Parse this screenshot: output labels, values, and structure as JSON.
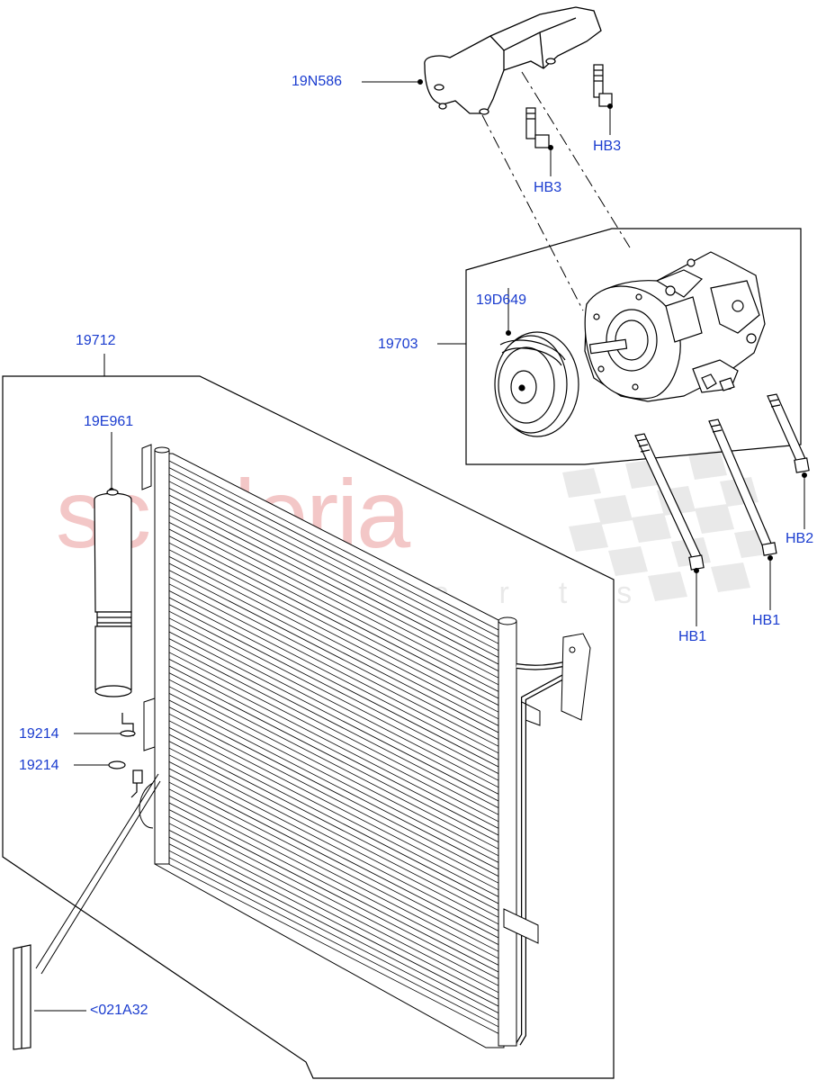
{
  "watermark": {
    "brand": "scuderia",
    "sub": "car parts"
  },
  "callouts": [
    {
      "id": "19N586",
      "label": "19N586"
    },
    {
      "id": "HB3_right",
      "label": "HB3"
    },
    {
      "id": "HB3_left",
      "label": "HB3"
    },
    {
      "id": "19D649",
      "label": "19D649"
    },
    {
      "id": "19703",
      "label": "19703"
    },
    {
      "id": "19712",
      "label": "19712"
    },
    {
      "id": "19E961",
      "label": "19E961"
    },
    {
      "id": "HB2",
      "label": "HB2"
    },
    {
      "id": "HB1_left",
      "label": "HB1"
    },
    {
      "id": "HB1_right",
      "label": "HB1"
    },
    {
      "id": "19214_upper",
      "label": "19214"
    },
    {
      "id": "19214_lower",
      "label": "19214"
    },
    {
      "id": "021A32",
      "label": "<021A32"
    }
  ],
  "colors": {
    "callout_text": "#1a3ccf",
    "line": "#000000",
    "watermark_red": "#f3c7c7",
    "watermark_grey": "#e6e6e6"
  }
}
